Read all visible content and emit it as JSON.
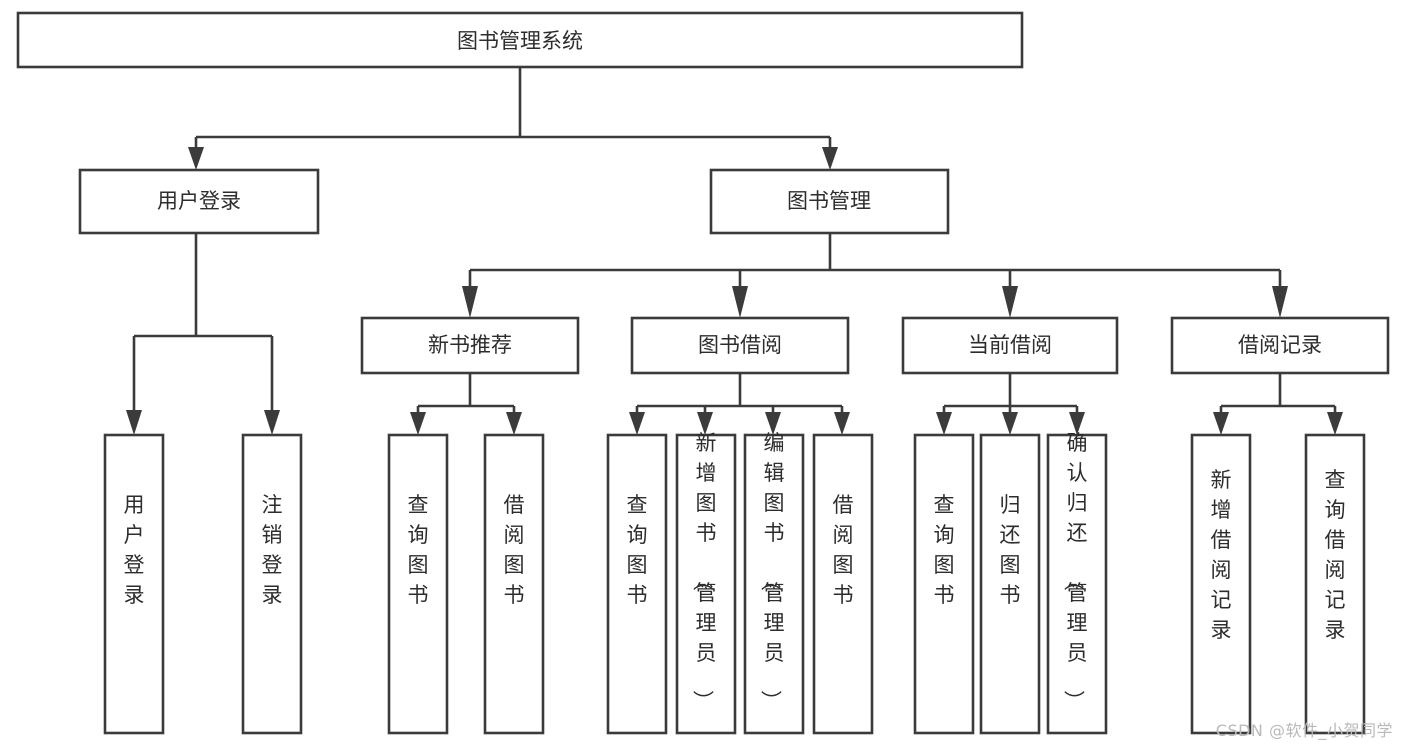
{
  "diagram": {
    "title": "图书管理系统",
    "watermark": "CSDN @软件_小贺同学",
    "accent_color": "#3b3b3b",
    "box_fill": "#ffffff",
    "text_color": "#2d2d2d",
    "root": {
      "label": "图书管理系统"
    },
    "level2": [
      {
        "label": "用户登录"
      },
      {
        "label": "图书管理"
      }
    ],
    "level3": [
      {
        "label": "新书推荐"
      },
      {
        "label": "图书借阅"
      },
      {
        "label": "当前借阅"
      },
      {
        "label": "借阅记录"
      }
    ],
    "leaves": {
      "user_login": [
        {
          "label": "用户登录"
        },
        {
          "label": "注销登录"
        }
      ],
      "new_book": [
        {
          "label": "查询图书"
        },
        {
          "label": "借阅图书"
        }
      ],
      "book_borrow": [
        {
          "label": "查询图书"
        },
        {
          "label": "新增图书（管理员）"
        },
        {
          "label": "编辑图书（管理员）"
        },
        {
          "label": "借阅图书"
        }
      ],
      "current_borrow": [
        {
          "label": "查询图书"
        },
        {
          "label": "归还图书"
        },
        {
          "label": "确认归还（管理员）"
        }
      ],
      "borrow_record": [
        {
          "label": "新增借阅记录"
        },
        {
          "label": "查询借阅记录"
        }
      ]
    }
  }
}
